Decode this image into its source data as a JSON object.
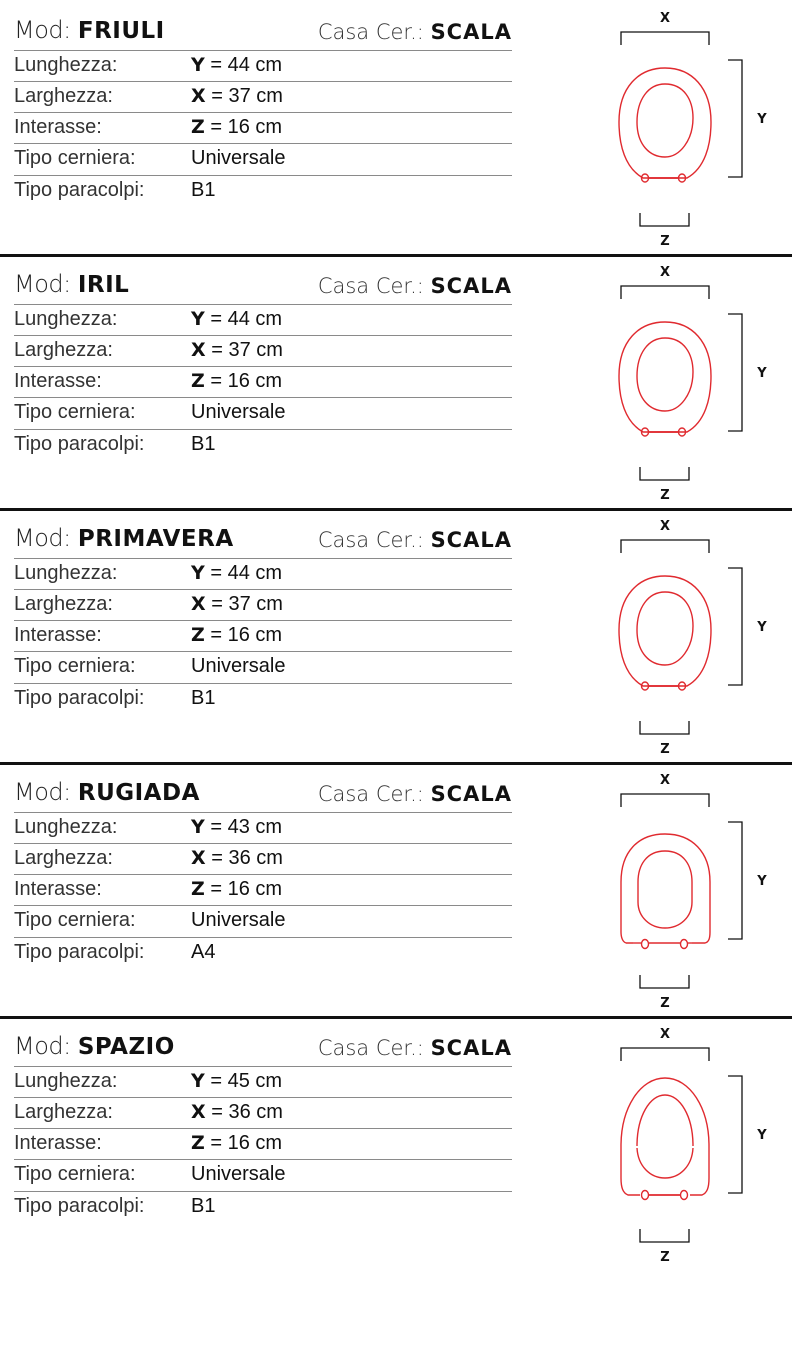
{
  "labels": {
    "mod_prefix": "Mod:",
    "casa_prefix": "Casa Cer.:",
    "length": "Lunghezza:",
    "width": "Larghezza:",
    "interaxis": "Interasse:",
    "hinge_type": "Tipo cerniera:",
    "bumper_type": "Tipo paracolpi:",
    "unit": "cm",
    "eq": "="
  },
  "diagram_labels": {
    "x": "X",
    "y": "Y",
    "z": "Z"
  },
  "colors": {
    "outline": "#e02a2f",
    "text": "#111111",
    "divider": "#8a8a8a",
    "separator": "#111111"
  },
  "models": [
    {
      "name": "FRIULI",
      "manufacturer": "SCALA",
      "y_letter": "Y",
      "y_value": "44 cm",
      "x_letter": "X",
      "x_value": "37 cm",
      "z_letter": "Z",
      "z_value": "16 cm",
      "hinge": "Universale",
      "bumper": "B1",
      "shape": "oval"
    },
    {
      "name": "IRIL",
      "manufacturer": "SCALA",
      "y_letter": "Y",
      "y_value": "44 cm",
      "x_letter": "X",
      "x_value": "37 cm",
      "z_letter": "Z",
      "z_value": "16 cm",
      "hinge": "Universale",
      "bumper": "B1",
      "shape": "oval"
    },
    {
      "name": "PRIMAVERA",
      "manufacturer": "SCALA",
      "y_letter": "Y",
      "y_value": "44 cm",
      "x_letter": "X",
      "x_value": "37 cm",
      "z_letter": "Z",
      "z_value": "16 cm",
      "hinge": "Universale",
      "bumper": "B1",
      "shape": "oval"
    },
    {
      "name": "RUGIADA",
      "manufacturer": "SCALA",
      "y_letter": "Y",
      "y_value": "43 cm",
      "x_letter": "X",
      "x_value": "36 cm",
      "z_letter": "Z",
      "z_value": "16 cm",
      "hinge": "Universale",
      "bumper": "A4",
      "shape": "square"
    },
    {
      "name": "SPAZIO",
      "manufacturer": "SCALA",
      "y_letter": "Y",
      "y_value": "45 cm",
      "x_letter": "X",
      "x_value": "36 cm",
      "z_letter": "Z",
      "z_value": "16 cm",
      "hinge": "Universale",
      "bumper": "B1",
      "shape": "egg"
    }
  ]
}
